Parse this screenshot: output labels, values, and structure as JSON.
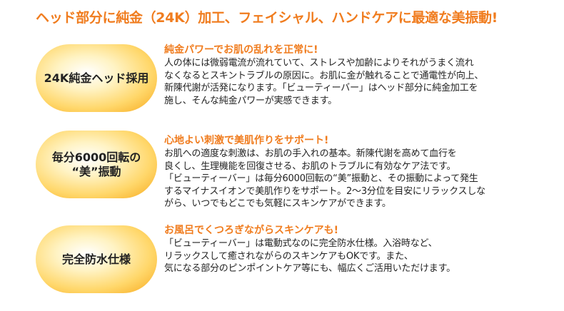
{
  "headline": "ヘッド部分に純金（24K）加工、フェイシャル、ハンドケアに最適な美振動!",
  "features": [
    {
      "pill": "24K純金ヘッド採用",
      "title": "純金パワーでお肌の乱れを正常に!",
      "lines": [
        "人の体には微弱電流が流れていて、ストレスや加齢によりそれがうまく流れ",
        "なくなるとスキントラブルの原因に。お肌に金が触れることで通電性が向上、",
        "新陳代謝が活発になります。「ビューティーバー」はヘッド部分に純金加工を",
        "施し、そんな純金パワーが実感できます。"
      ]
    },
    {
      "pill": "毎分6000回転の\n“美”振動",
      "title": "心地よい刺激で美肌作りをサポート!",
      "lines": [
        "お肌への適度な刺激は、お肌の手入れの基本。新陳代謝を高めて血行を",
        "良くし、生理機能を回復させる、お肌のトラブルに有効なケア法です。",
        "「ビューティーバー」は毎分6000回転の“美”振動と、その振動によって発生",
        "するマイナスイオンで美肌作りをサポート。2〜3分位を目安にリラックスしな",
        "がら、いつでもどこでも気軽にスキンケアができます。"
      ]
    },
    {
      "pill": "完全防水仕様",
      "title": "お風呂でくつろぎながらスキンケアも!",
      "lines": [
        "「ビューティーバー」は電動式なのに完全防水仕様。入浴時など、",
        "リラックスして癒されながらのスキンケアもOKです。また、",
        "気になる部分のピンポイントケア等にも、幅広くご活用いただけます。"
      ]
    }
  ]
}
